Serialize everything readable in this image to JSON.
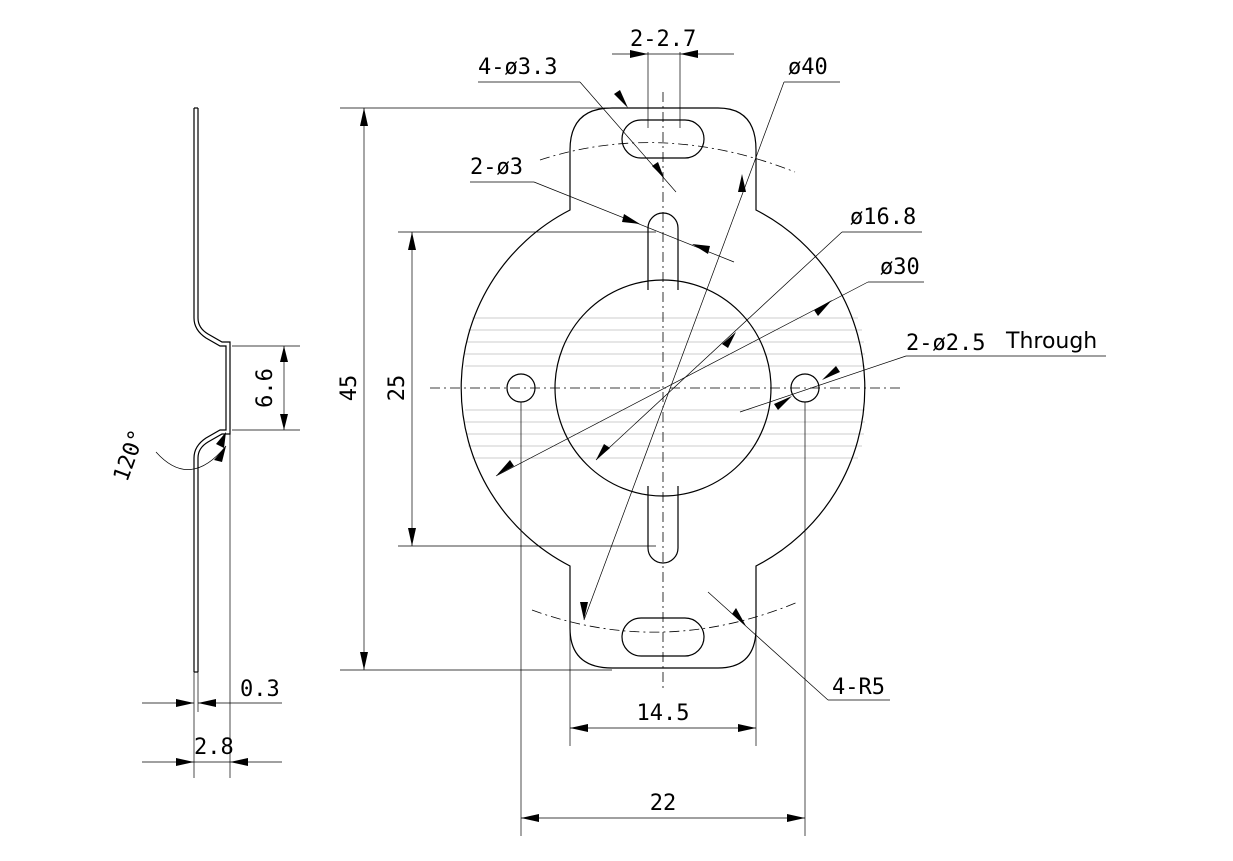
{
  "labels": {
    "slot_width": "2-2.7",
    "slot_holes": "4-ø3.3",
    "dia_outer": "ø40",
    "small_holes": "2-ø3",
    "dia_inner": "ø16.8",
    "dia_mid": "ø30",
    "through_holes_dia": "2-ø2.5",
    "through_word": "Through",
    "height_45": "45",
    "height_25": "25",
    "offset_6_6": "6.6",
    "angle_120": "120°",
    "thickness_0_3": "0.3",
    "depth_2_8": "2.8",
    "width_14_5": "14.5",
    "width_22": "22",
    "radius_4_r5": "4-R5"
  }
}
